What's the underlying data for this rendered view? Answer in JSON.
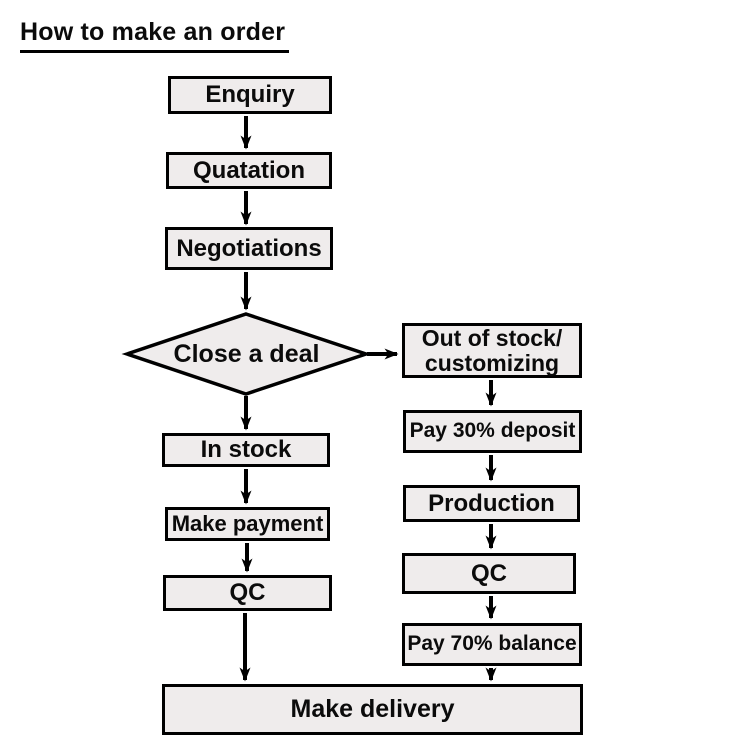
{
  "title": "How to make an order",
  "colors": {
    "box_fill": "#EFECEC",
    "line": "#000000",
    "text": "#0B0B0B",
    "background": "#FFFFFF"
  },
  "nodes": {
    "enquiry": {
      "label": "Enquiry"
    },
    "quatation": {
      "label": "Quatation"
    },
    "negotiations": {
      "label": "Negotiations"
    },
    "close_a_deal": {
      "label": "Close a deal",
      "shape": "diamond"
    },
    "in_stock": {
      "label": "In stock"
    },
    "make_payment": {
      "label": "Make payment"
    },
    "qc_in_stock": {
      "label": "QC"
    },
    "out_of_stock": {
      "line1": "Out of stock/",
      "line2": "customizing"
    },
    "pay_30_deposit": {
      "label": "Pay 30% deposit"
    },
    "production": {
      "label": "Production"
    },
    "qc_custom": {
      "label": "QC"
    },
    "pay_70_balance": {
      "label": "Pay 70% balance"
    },
    "make_delivery": {
      "label": "Make delivery"
    }
  },
  "edges": [
    {
      "from": "Enquiry",
      "to": "Quatation"
    },
    {
      "from": "Quatation",
      "to": "Negotiations"
    },
    {
      "from": "Negotiations",
      "to": "Close a deal"
    },
    {
      "from": "Close a deal",
      "to": "In stock"
    },
    {
      "from": "Close a deal",
      "to": "Out of stock/customizing"
    },
    {
      "from": "In stock",
      "to": "Make payment"
    },
    {
      "from": "Make payment",
      "to": "QC"
    },
    {
      "from": "QC",
      "to": "Make delivery"
    },
    {
      "from": "Out of stock/customizing",
      "to": "Pay 30% deposit"
    },
    {
      "from": "Pay 30% deposit",
      "to": "Production"
    },
    {
      "from": "Production",
      "to": "QC"
    },
    {
      "from": "QC",
      "to": "Pay 70% balance"
    },
    {
      "from": "Pay 70% balance",
      "to": "Make delivery"
    }
  ]
}
